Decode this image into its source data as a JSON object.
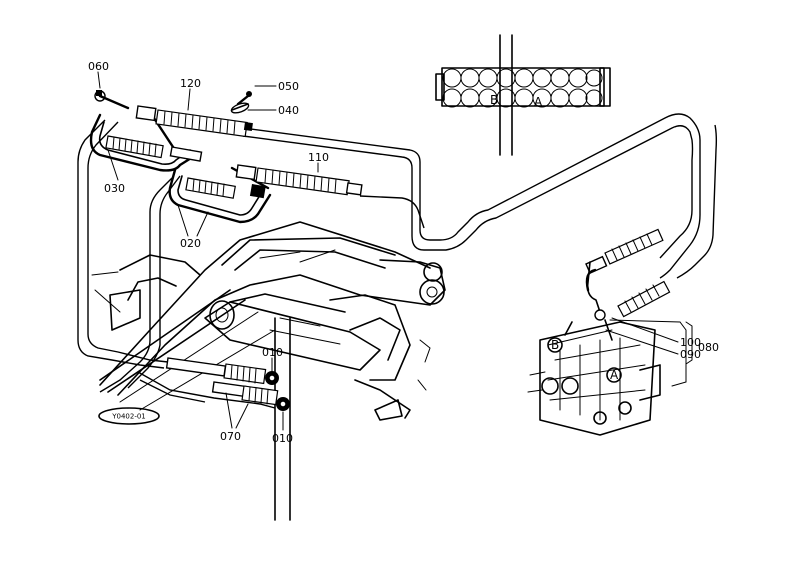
{
  "callouts": {
    "p060_top": "060",
    "p120": "120",
    "p050": "050",
    "p040": "040",
    "p110": "110",
    "p030": "030",
    "p020": "020",
    "p010_mid": "010",
    "p070": "070",
    "p010_bot": "010",
    "p100": "100",
    "p090": "090",
    "p080": "080"
  },
  "port_letters": {
    "valve_b": "B",
    "valve_a": "A",
    "lower_b": "B",
    "lower_a": "A"
  },
  "drawing_ref": "Y0402-01"
}
